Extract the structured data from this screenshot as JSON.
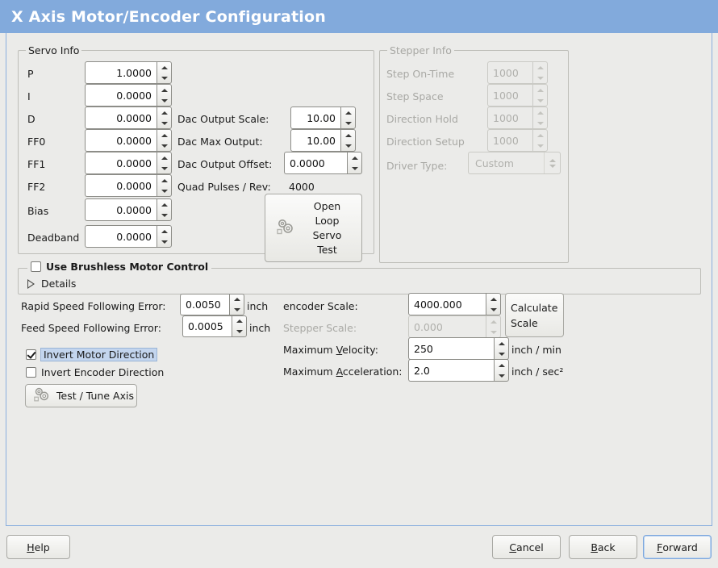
{
  "window": {
    "title": "X Axis Motor/Encoder Configuration"
  },
  "servo_group": {
    "legend": "Servo Info",
    "fields": [
      {
        "label": "P",
        "value": "1.0000"
      },
      {
        "label": "I",
        "value": "0.0000"
      },
      {
        "label": "D",
        "value": "0.0000"
      },
      {
        "label": "FF0",
        "value": "0.0000"
      },
      {
        "label": "FF1",
        "value": "0.0000"
      },
      {
        "label": "FF2",
        "value": "0.0000"
      },
      {
        "label": "Bias",
        "value": "0.0000"
      },
      {
        "label": "Deadband",
        "value": "0.0000"
      }
    ],
    "dac": [
      {
        "label": "Dac Output Scale:",
        "value": "10.00"
      },
      {
        "label": "Dac Max Output:",
        "value": "10.00"
      },
      {
        "label": "Dac Output Offset:",
        "value": "0.0000"
      }
    ],
    "quad_label": "Quad Pulses / Rev:",
    "quad_value": "4000",
    "open_loop_button": "Open\nLoop\nServo\nTest",
    "open_loop_lines": [
      "Open",
      "Loop",
      "Servo",
      "Test"
    ],
    "open_loop_icon": "gears-icon"
  },
  "stepper_group": {
    "legend": "Stepper Info",
    "disabled": true,
    "fields": [
      {
        "label": "Step On-Time",
        "value": "1000"
      },
      {
        "label": "Step Space",
        "value": "1000"
      },
      {
        "label": "Direction Hold",
        "value": "1000"
      },
      {
        "label": "Direction Setup",
        "value": "1000"
      }
    ],
    "driver_type_label": "Driver Type:",
    "driver_type_value": "Custom"
  },
  "brushless_group": {
    "checkbox_label": "Use Brushless Motor Control",
    "checked": false,
    "details_label": "Details",
    "details_expanded": false
  },
  "lower_left": {
    "rapid_label": "Rapid Speed Following Error:",
    "rapid_value": "0.0050",
    "rapid_unit": "inch",
    "feed_label": "Feed Speed Following Error:",
    "feed_value": "0.0005",
    "feed_unit": "inch",
    "invert_motor_label": "Invert Motor Direction",
    "invert_motor_checked": true,
    "invert_encoder_label": "Invert Encoder Direction",
    "invert_encoder_checked": false,
    "test_tune_button": "Test / Tune Axis",
    "test_tune_icon": "gears-icon"
  },
  "lower_right": {
    "encoder_scale_label": "encoder Scale:",
    "encoder_scale_value": "4000.000",
    "stepper_scale_label": "Stepper Scale:",
    "stepper_scale_value": "0.000",
    "stepper_scale_disabled": true,
    "calculate_scale_button_line1": "Calculate",
    "calculate_scale_button_line2": "Scale",
    "max_velocity_label_pre": "Maximum ",
    "max_velocity_label_mn": "V",
    "max_velocity_label_post": "elocity:",
    "max_velocity_value": "250",
    "max_velocity_unit": "inch / min",
    "max_accel_label_pre": "Maximum ",
    "max_accel_label_mn": "A",
    "max_accel_label_post": "cceleration:",
    "max_accel_value": "2.0",
    "max_accel_unit": "inch / sec²"
  },
  "actions": {
    "help_mn": "H",
    "help_rest": "elp",
    "cancel_mn": "C",
    "cancel_rest": "ancel",
    "back_mn": "B",
    "back_rest": "ack",
    "forward_mn": "F",
    "forward_rest": "orward"
  },
  "colors": {
    "titlebar": "#82aadc",
    "background": "#ebebe9",
    "frame_border": "#89aede",
    "selection": "#c3d5ee"
  }
}
